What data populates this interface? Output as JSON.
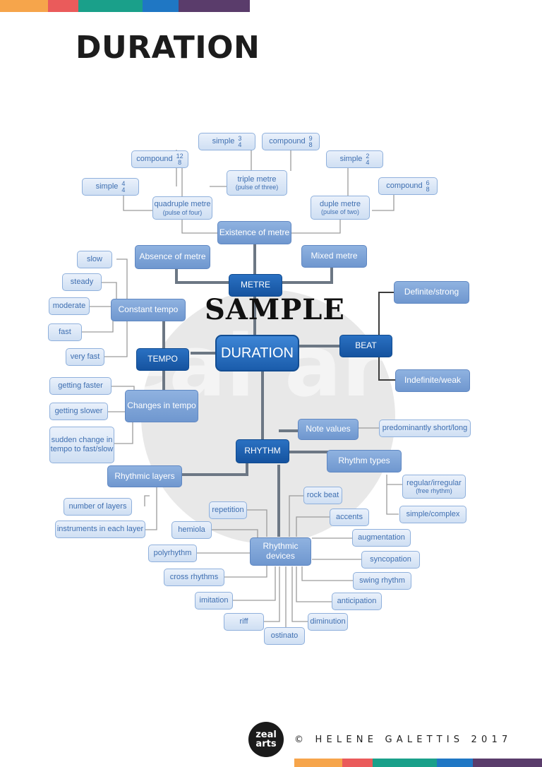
{
  "top_bar_colors": [
    "#f6a54b",
    "#ea5b5b",
    "#1aa08a",
    "#1f77c4",
    "#5a3c6b"
  ],
  "bottom_bar_colors": [
    "#f6a54b",
    "#ea5b5b",
    "#1aa08a",
    "#1f77c4",
    "#5a3c6b"
  ],
  "title": "DURATION",
  "watermark": {
    "text": "SAMPLE",
    "logo_text": "zeal arts"
  },
  "diagram": {
    "core": "DURATION",
    "hubs": {
      "metre": "METRE",
      "beat": "BEAT",
      "tempo": "TEMPO",
      "rhythm": "RHYTHM"
    },
    "metre": {
      "existence": "Existence of metre",
      "absence": "Absence of metre",
      "mixed": "Mixed metre",
      "quadruple": {
        "title": "quadruple metre",
        "sub": "(pulse of four)"
      },
      "triple": {
        "title": "triple metre",
        "sub": "(pulse of three)"
      },
      "duple": {
        "title": "duple metre",
        "sub": "(pulse of two)"
      },
      "signatures": {
        "simple_4_4": {
          "label": "simple",
          "top": "4",
          "bottom": "4"
        },
        "compound_12_8": {
          "label": "compound",
          "top": "12",
          "bottom": "8"
        },
        "simple_3_4": {
          "label": "simple",
          "top": "3",
          "bottom": "4"
        },
        "compound_9_8": {
          "label": "compound",
          "top": "9",
          "bottom": "8"
        },
        "simple_2_4": {
          "label": "simple",
          "top": "2",
          "bottom": "4"
        },
        "compound_6_8": {
          "label": "compound",
          "top": "6",
          "bottom": "8"
        }
      }
    },
    "beat": {
      "definite": "Definite/strong",
      "indefinite": "Indefinite/weak"
    },
    "tempo": {
      "constant": "Constant tempo",
      "constant_items": [
        "slow",
        "steady",
        "moderate",
        "fast",
        "very fast"
      ],
      "changes": "Changes in tempo",
      "changes_items": [
        "getting faster",
        "getting slower",
        "sudden change in tempo to fast/slow"
      ]
    },
    "rhythm": {
      "note_values": "Note values",
      "note_values_item": "predominantly short/long",
      "rhythm_types": "Rhythm types",
      "types_items": {
        "regular": "regular/irregular",
        "regular_sub": "(free rhythm)",
        "simple": "simple/complex"
      },
      "layers": "Rhythmic layers",
      "layers_items": [
        "number of layers",
        "instruments in each layer"
      ],
      "devices": "Rhythmic devices",
      "devices_items": {
        "repetition": "repetition",
        "rock_beat": "rock beat",
        "accents": "accents",
        "hemiola": "hemiola",
        "augmentation": "augmentation",
        "polyrhythm": "polyrhythm",
        "syncopation": "syncopation",
        "cross_rhythms": "cross rhythms",
        "swing_rhythm": "swing rhythm",
        "imitation": "imitation",
        "anticipation": "anticipation",
        "riff": "riff",
        "diminution": "diminution",
        "ostinato": "ostinato"
      }
    }
  },
  "footer": {
    "logo_line1": "zeal",
    "logo_line2": "arts",
    "copyright": "© HELENE GALETTIS 2017"
  }
}
